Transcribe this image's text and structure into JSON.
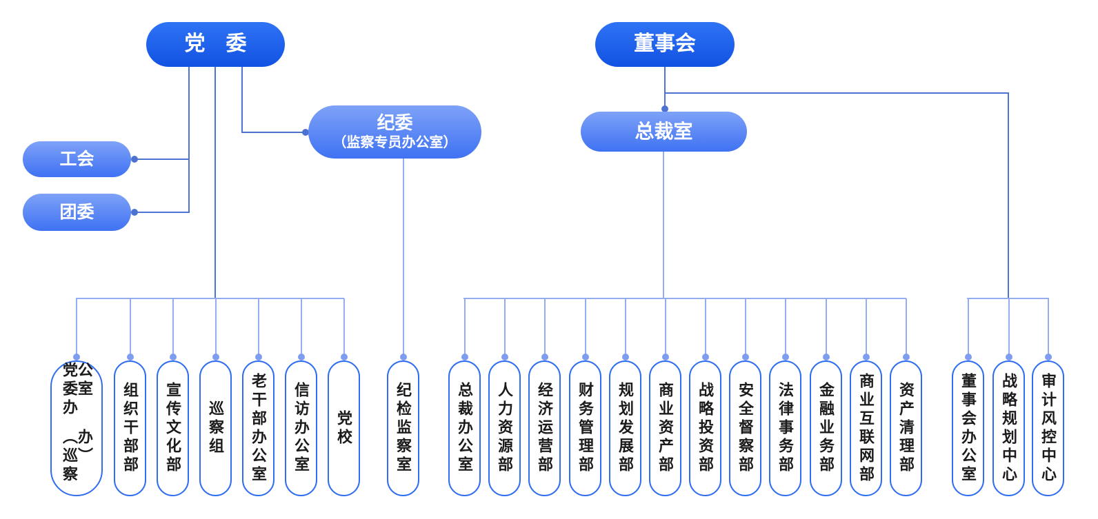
{
  "nodes": {
    "party_committee": {
      "label": "党　委"
    },
    "board_of_directors": {
      "label": "董事会"
    },
    "discipline_committee": {
      "label": "纪委",
      "sublabel": "（监察专员办公室）"
    },
    "president_office": {
      "label": "总裁室"
    },
    "labor_union": {
      "label": "工会"
    },
    "youth_league": {
      "label": "团委"
    }
  },
  "party_departments": [
    {
      "label": "党委办公室",
      "label2": "（巡察办）"
    },
    {
      "label": "组织干部部"
    },
    {
      "label": "宣传文化部"
    },
    {
      "label": "巡察组"
    },
    {
      "label": "老干部办公室"
    },
    {
      "label": "信访办公室"
    },
    {
      "label": "党校"
    }
  ],
  "discipline_departments": [
    {
      "label": "纪检监察室"
    }
  ],
  "president_departments": [
    {
      "label": "总裁办公室"
    },
    {
      "label": "人力资源部"
    },
    {
      "label": "经济运营部"
    },
    {
      "label": "财务管理部"
    },
    {
      "label": "规划发展部"
    },
    {
      "label": "商业资产部"
    },
    {
      "label": "战略投资部"
    },
    {
      "label": "安全督察部"
    },
    {
      "label": "法律事务部"
    },
    {
      "label": "金融业务部"
    },
    {
      "label": "商业互联网部"
    },
    {
      "label": "资产清理部"
    }
  ],
  "board_departments": [
    {
      "label": "董事会办公室"
    },
    {
      "label": "战略规划中心"
    },
    {
      "label": "审计风控中心"
    }
  ],
  "colors": {
    "node_dark_top": "#2f73f5",
    "node_dark_bottom": "#1152e2",
    "node_light_top": "#7ea2f8",
    "node_light_bottom": "#3f72f3",
    "connector_dark": "#4c73d2",
    "connector_light": "#93adf0",
    "dept_border": "#2e6cf0",
    "dept_text": "#1b1b1b"
  }
}
